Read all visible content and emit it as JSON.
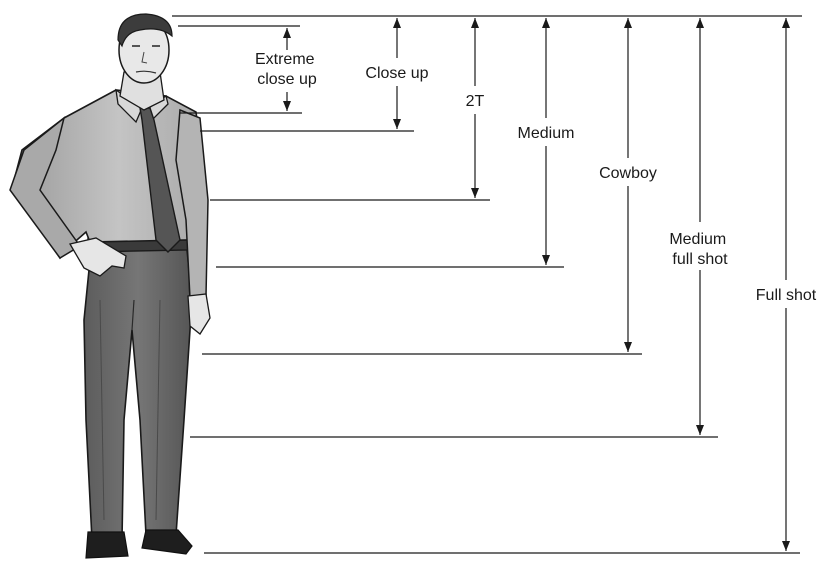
{
  "shots": [
    {
      "id": "extreme-close-up",
      "lines": [
        "Extreme",
        "close up"
      ]
    },
    {
      "id": "close-up",
      "lines": [
        "Close up"
      ]
    },
    {
      "id": "2t",
      "lines": [
        "2T"
      ]
    },
    {
      "id": "medium",
      "lines": [
        "Medium"
      ]
    },
    {
      "id": "cowboy",
      "lines": [
        "Cowboy"
      ]
    },
    {
      "id": "medium-full-shot",
      "lines": [
        "Medium",
        "full shot"
      ]
    },
    {
      "id": "full-shot",
      "lines": [
        "Full shot"
      ]
    }
  ]
}
